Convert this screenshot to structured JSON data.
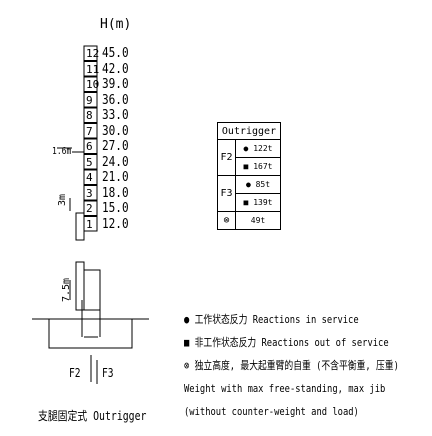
{
  "axis_label": "H(m)",
  "sections": [
    {
      "num": "12",
      "height": "45.0"
    },
    {
      "num": "11",
      "height": "42.0"
    },
    {
      "num": "10",
      "height": "39.0"
    },
    {
      "num": "9",
      "height": "36.0"
    },
    {
      "num": "8",
      "height": "33.0"
    },
    {
      "num": "7",
      "height": "30.0"
    },
    {
      "num": "6",
      "height": "27.0"
    },
    {
      "num": "5",
      "height": "24.0"
    },
    {
      "num": "4",
      "height": "21.0"
    },
    {
      "num": "3",
      "height": "18.0"
    },
    {
      "num": "2",
      "height": "15.0"
    },
    {
      "num": "1",
      "height": "12.0"
    }
  ],
  "dims": {
    "jib_offset": "1.6m",
    "mid": "3m",
    "base": "7.5m"
  },
  "forces": {
    "f2": "F2",
    "f3": "F3"
  },
  "caption": "支腿固定式 Outrigger",
  "table": {
    "title": "Outrigger",
    "f2_label": "F2",
    "f3_label": "F3",
    "f2_service": "122t",
    "f2_out": "167t",
    "f3_service": "85t",
    "f3_out": "139t",
    "weight_symbol": "⊗",
    "weight_value": "49t"
  },
  "legend": {
    "service": "● 工作状态反力  Reactions in service",
    "out": "■ 非工作状态反力  Reactions out of service",
    "weight_cn": "⊗ 独立高度, 最大起重臂的自重 (不含平衡重, 压重)",
    "weight_en1": "Weight with max free-standing, max jib",
    "weight_en2": "(without counter-weight and load)"
  }
}
